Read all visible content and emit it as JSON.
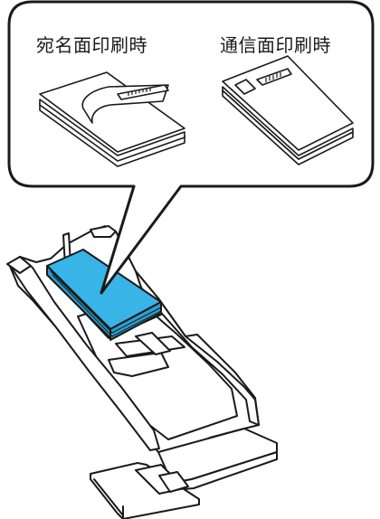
{
  "callout": {
    "address_side_label": "宛名面印刷時",
    "message_side_label": "通信面印刷時"
  },
  "colors": {
    "outline": "#1a1a1a",
    "paper_stack": "#39b4e6",
    "tray_fill": "#ffffff"
  },
  "icons": {
    "address_side": "postcard-address-side-up-illustration",
    "message_side": "postcard-message-side-up-illustration",
    "tray": "photo-paper-tray-illustration"
  }
}
